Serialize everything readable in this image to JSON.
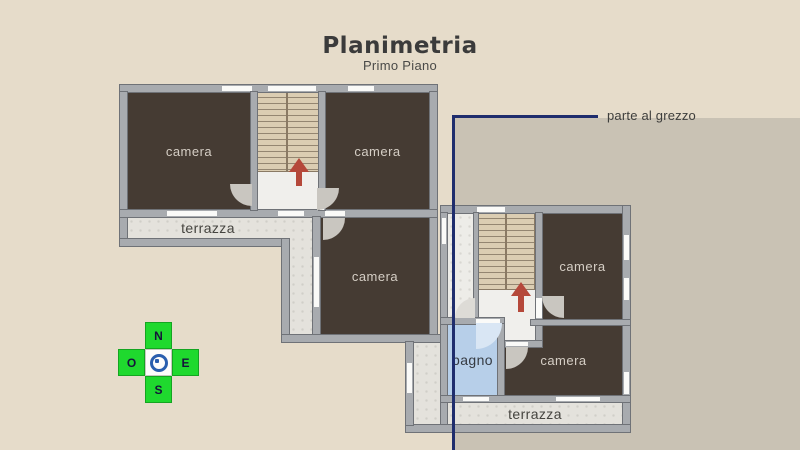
{
  "page": {
    "title": "Planimetria",
    "subtitle": "Primo Piano"
  },
  "annotation": {
    "label": "parte al grezzo"
  },
  "compass": {
    "north": "N",
    "east": "E",
    "south": "S",
    "west": "O"
  },
  "buildings": {
    "left": {
      "room_top_left": "camera",
      "room_top_right": "camera",
      "room_bottom": "camera",
      "terrace": "terrazza"
    },
    "right": {
      "room_top": "camera",
      "room_bottom": "camera",
      "bathroom": "bagno",
      "terrace": "terrazza"
    }
  },
  "colors": {
    "background": "#e6dcca",
    "unfinished_area": "#c9c2b4",
    "annotation_line": "#1f2d6d",
    "room_fill": "#453b33",
    "bathroom_fill": "#b7cfe9",
    "stairs_fill": "#dbcdb2",
    "terrace_fill": "#e4e2dc",
    "wall": "#a8abaf",
    "stairs_arrow": "#b5483a",
    "compass_green": "#1fd92e"
  }
}
